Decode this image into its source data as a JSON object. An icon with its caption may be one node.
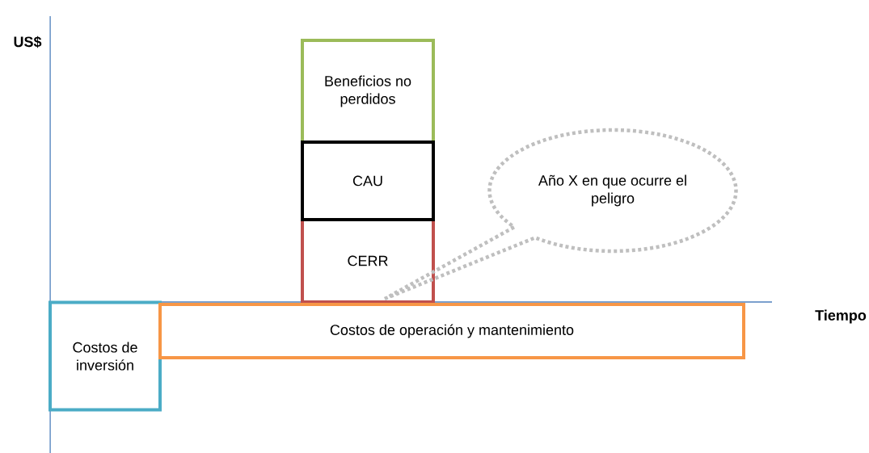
{
  "diagram": {
    "nodes": [
      {
        "text": [
          "Beneficios no perdidos"
        ]
      },
      {
        "text": [
          "CAU"
        ]
      },
      {
        "text": [
          "CERR"
        ]
      },
      {
        "text": [
          "Año X en que ocurre el peligro"
        ]
      },
      {
        "text": [
          "Costos de inversión"
        ]
      },
      {
        "text": [
          "Costos de operación y mantenimiento"
        ]
      }
    ],
    "labels": [
      "US$",
      "Tiempo"
    ]
  }
}
